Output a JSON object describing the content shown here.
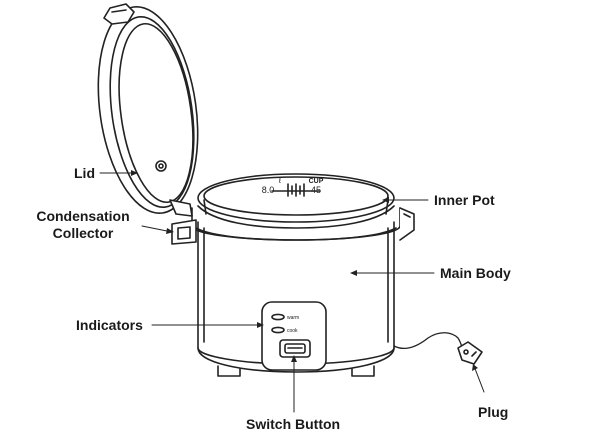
{
  "labels": {
    "lid": "Lid",
    "condensation_collector_line1": "Condensation",
    "condensation_collector_line2": "Collector",
    "inner_pot": "Inner Pot",
    "main_body": "Main Body",
    "indicators": "Indicators",
    "switch_button": "Switch Button",
    "plug": "Plug"
  },
  "pot_scale": {
    "top_left": "ℓ",
    "top_right": "CUP",
    "bottom_left": "8.0",
    "bottom_right": "45"
  },
  "indicator_labels": {
    "warm": "warm",
    "cook": "cook"
  },
  "colors": {
    "ink": "#1a1a1a",
    "line": "#222222",
    "background": "#ffffff"
  }
}
